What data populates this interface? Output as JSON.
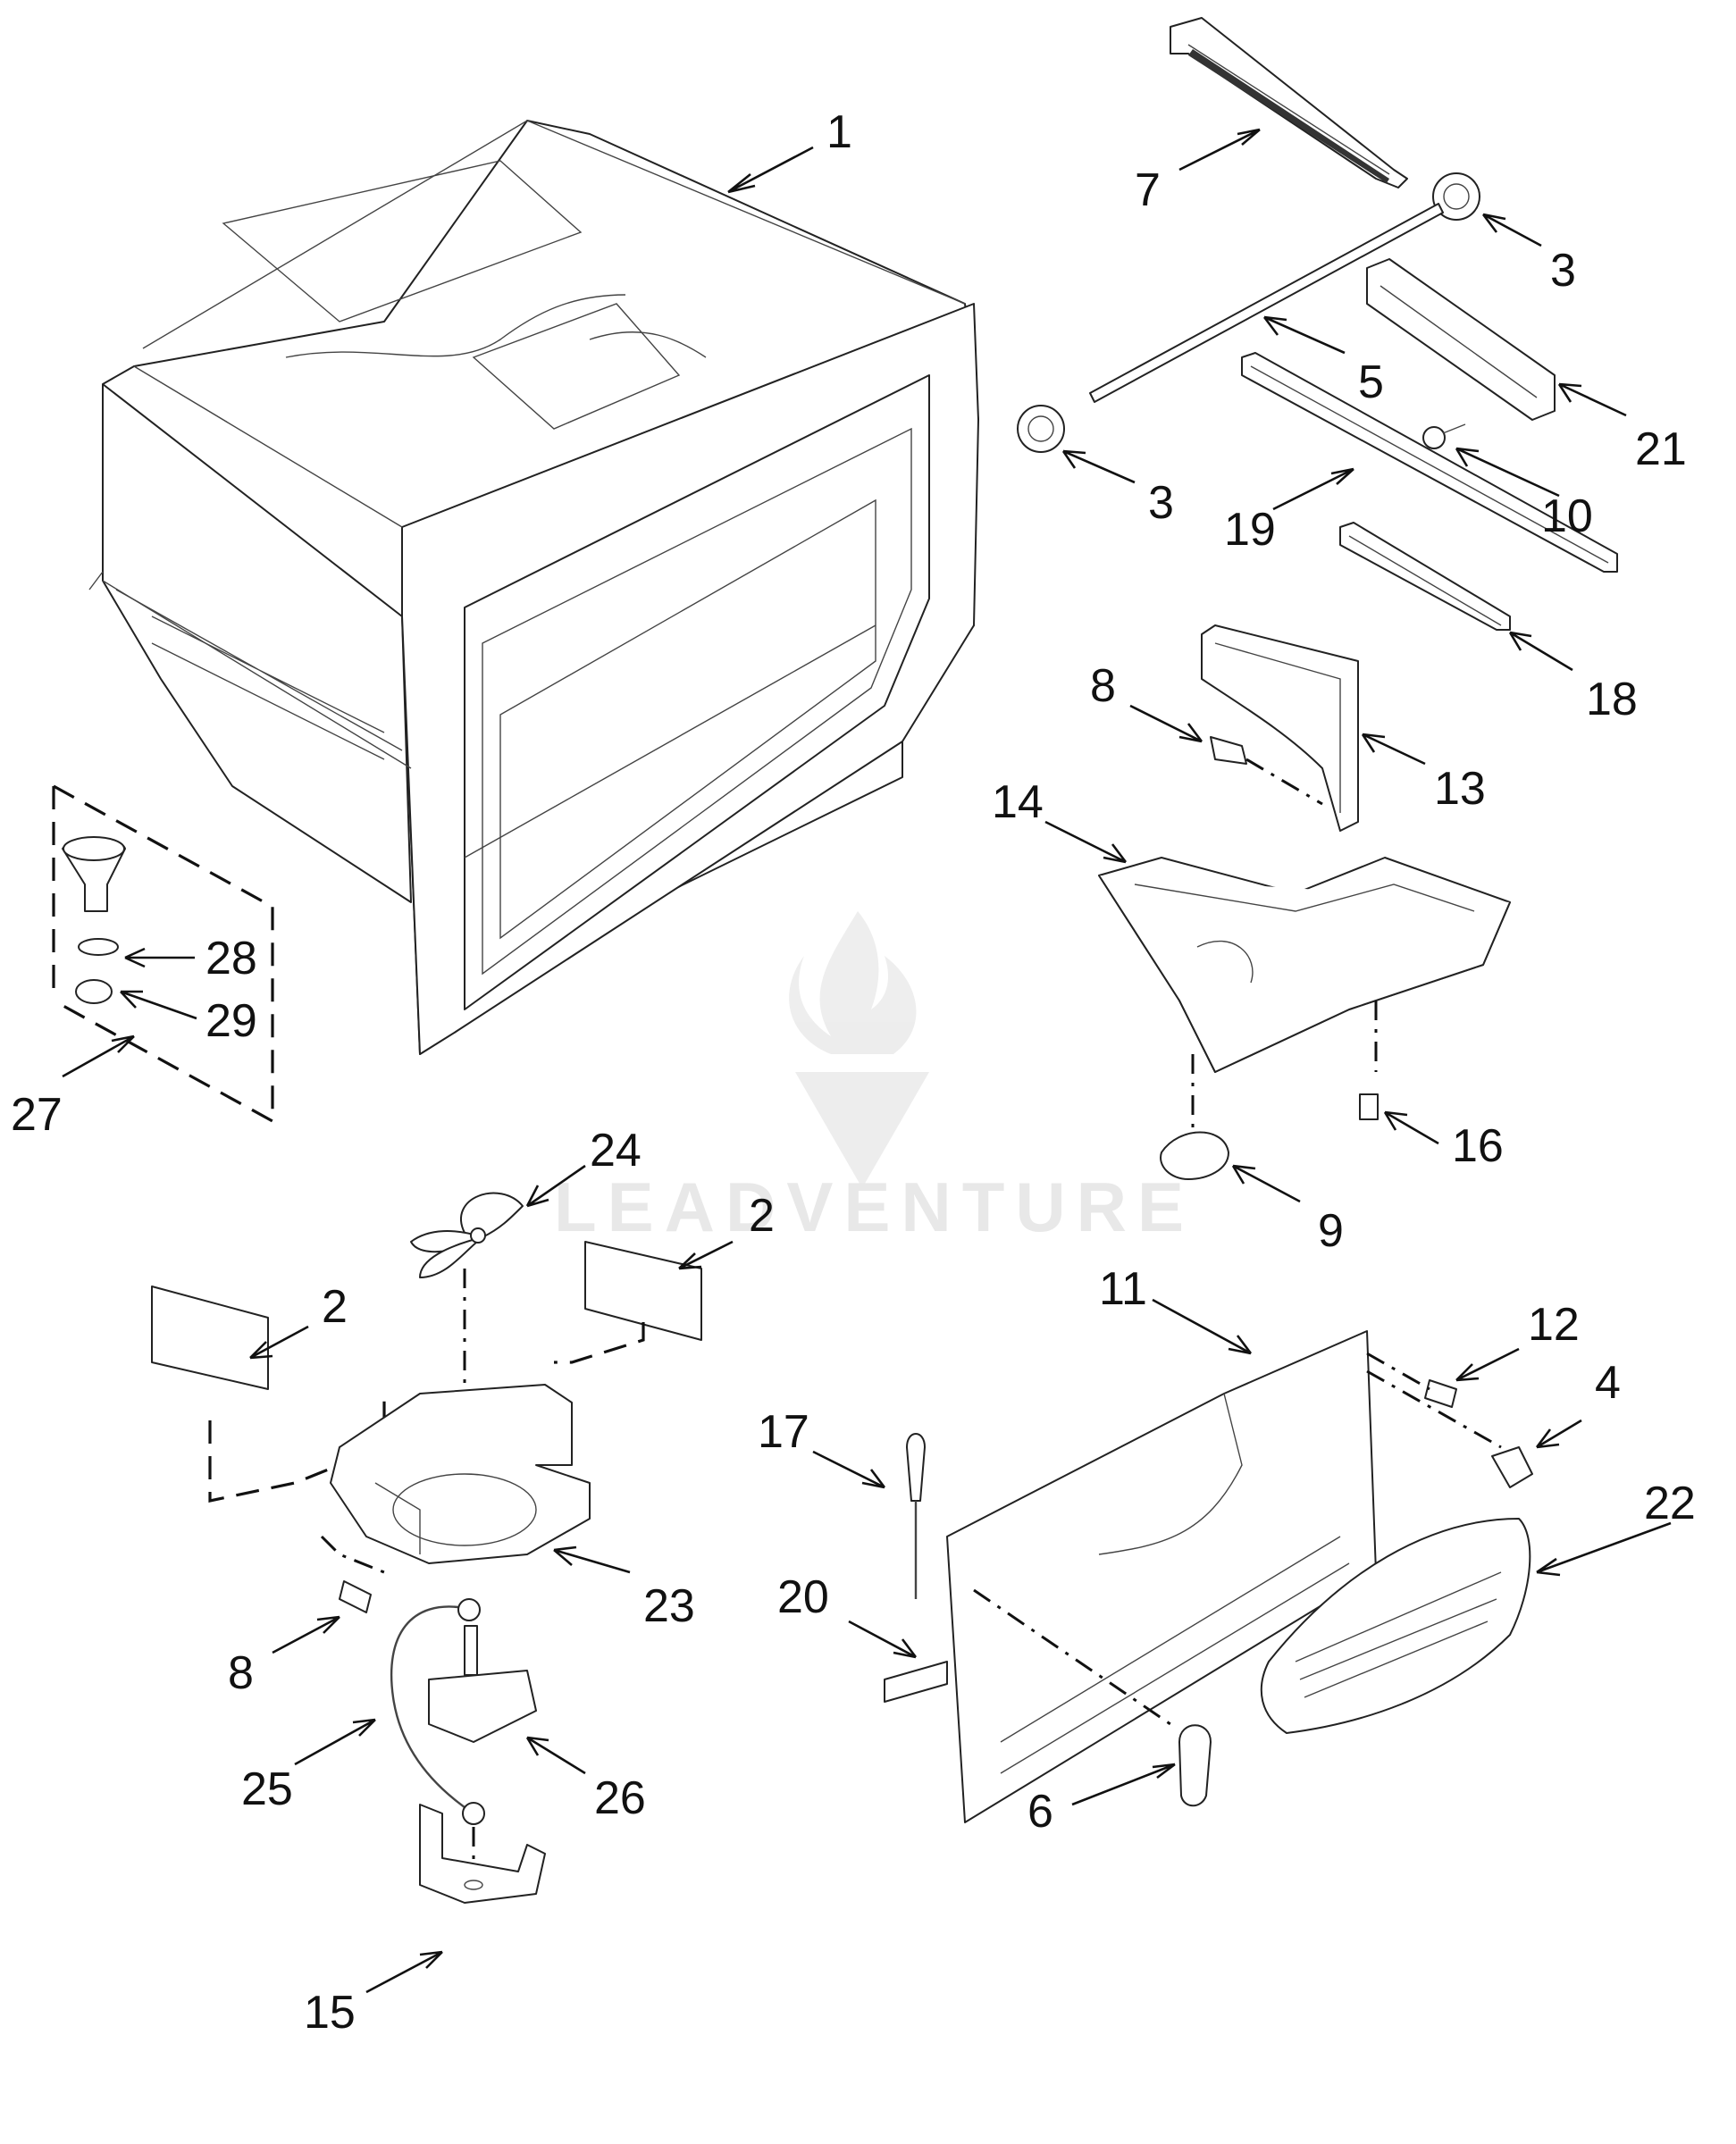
{
  "watermark": {
    "text": "LEADVENTURE"
  },
  "callouts": [
    {
      "id": "c1",
      "number": "1",
      "part_name": "part-1-liner"
    },
    {
      "id": "c7",
      "number": "7",
      "part_name": "part-7-track"
    },
    {
      "id": "c3a",
      "number": "3",
      "part_name": "part-3-gear"
    },
    {
      "id": "c5",
      "number": "5",
      "part_name": "part-5-shaft"
    },
    {
      "id": "c21",
      "number": "21",
      "part_name": "part-21-bracket"
    },
    {
      "id": "c3b",
      "number": "3",
      "part_name": "part-3-gear"
    },
    {
      "id": "c10",
      "number": "10",
      "part_name": "part-10-screw"
    },
    {
      "id": "c19",
      "number": "19",
      "part_name": "part-19-slide"
    },
    {
      "id": "c18",
      "number": "18",
      "part_name": "part-18-slide"
    },
    {
      "id": "c8a",
      "number": "8",
      "part_name": "part-8-screw"
    },
    {
      "id": "c13",
      "number": "13",
      "part_name": "part-13-bracket"
    },
    {
      "id": "c14",
      "number": "14",
      "part_name": "part-14-bin"
    },
    {
      "id": "c28",
      "number": "28",
      "part_name": "part-28-washer"
    },
    {
      "id": "c29",
      "number": "29",
      "part_name": "part-29-cap"
    },
    {
      "id": "c27",
      "number": "27",
      "part_name": "part-27-valve-kit"
    },
    {
      "id": "c16",
      "number": "16",
      "part_name": "part-16-clip"
    },
    {
      "id": "c9",
      "number": "9",
      "part_name": "part-9-knob"
    },
    {
      "id": "c24",
      "number": "24",
      "part_name": "part-24-fan-blade"
    },
    {
      "id": "c2a",
      "number": "2",
      "part_name": "part-2-insulation"
    },
    {
      "id": "c2b",
      "number": "2",
      "part_name": "part-2-insulation"
    },
    {
      "id": "c11",
      "number": "11",
      "part_name": "part-11-cover"
    },
    {
      "id": "c12",
      "number": "12",
      "part_name": "part-12-screw"
    },
    {
      "id": "c4",
      "number": "4",
      "part_name": "part-4-sensor"
    },
    {
      "id": "c17",
      "number": "17",
      "part_name": "part-17-thermistor"
    },
    {
      "id": "c22",
      "number": "22",
      "part_name": "part-22-grille"
    },
    {
      "id": "c20",
      "number": "20",
      "part_name": "part-20-foam-strip"
    },
    {
      "id": "c23",
      "number": "23",
      "part_name": "part-23-fan-housing"
    },
    {
      "id": "c8b",
      "number": "8",
      "part_name": "part-8-screw"
    },
    {
      "id": "c25",
      "number": "25",
      "part_name": "part-25-harness"
    },
    {
      "id": "c26",
      "number": "26",
      "part_name": "part-26-motor"
    },
    {
      "id": "c6",
      "number": "6",
      "part_name": "part-6-bulb"
    },
    {
      "id": "c15",
      "number": "15",
      "part_name": "part-15-bracket"
    }
  ]
}
